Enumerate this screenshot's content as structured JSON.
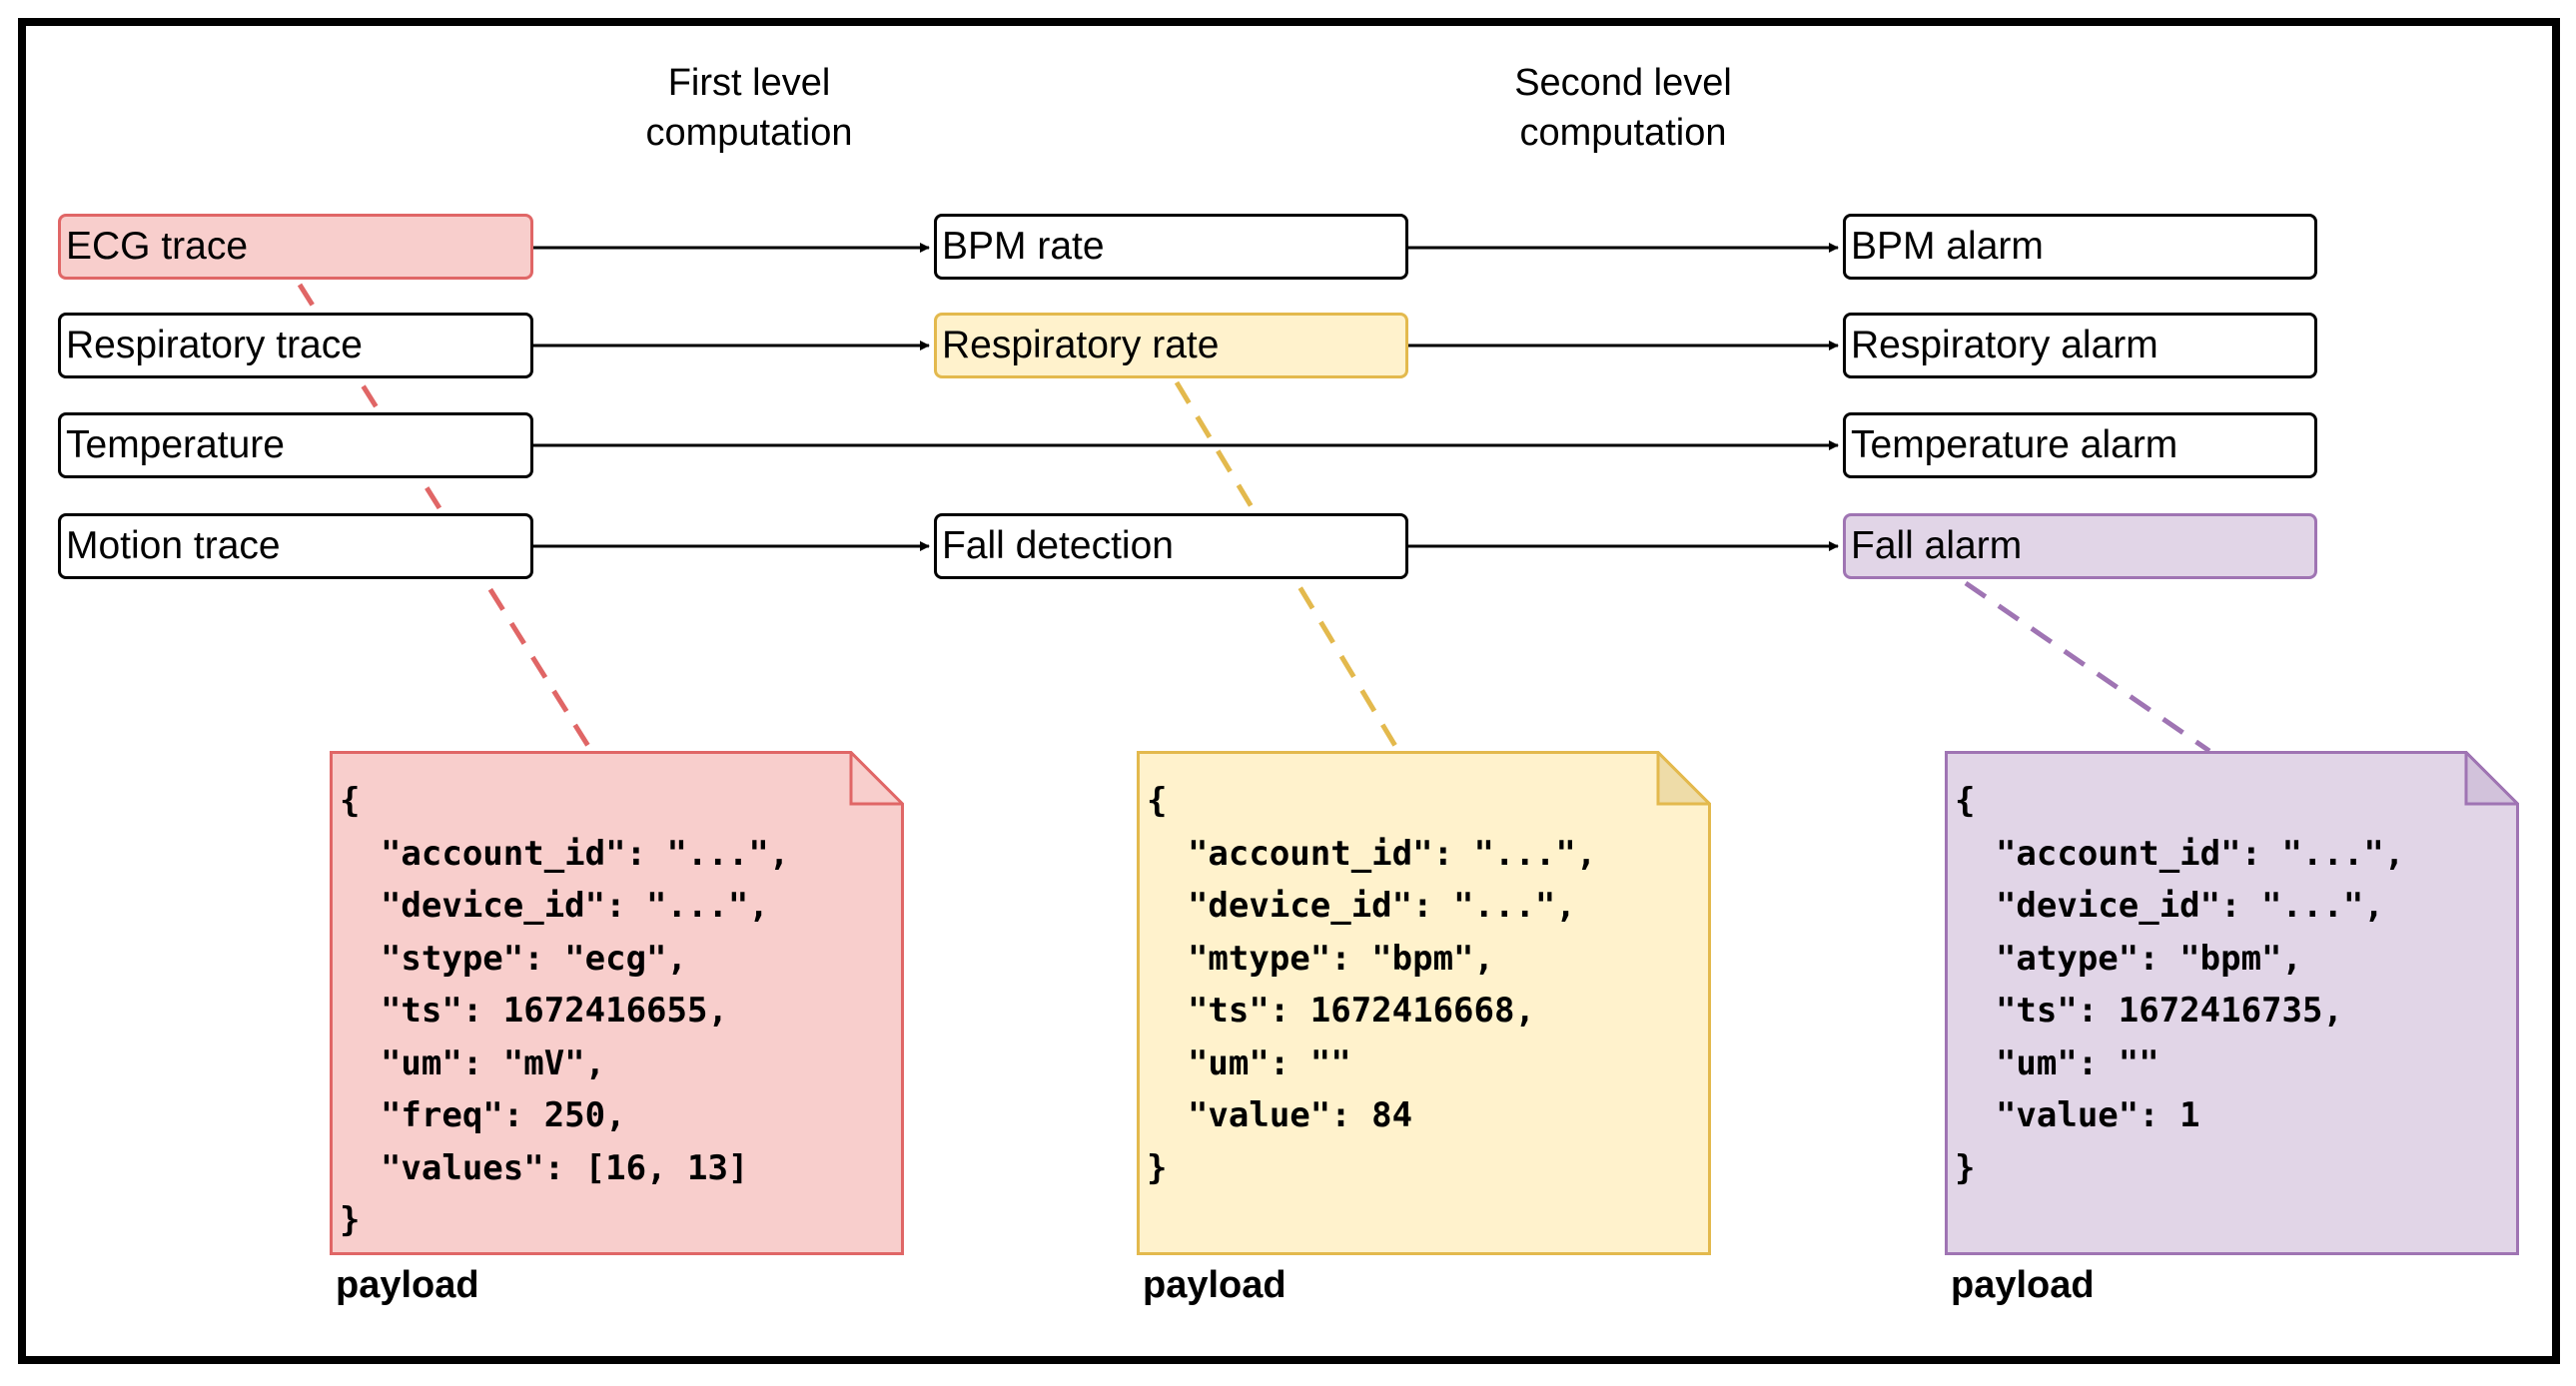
{
  "headings": {
    "first_level": "First level\ncomputation",
    "second_level": "Second level\ncomputation"
  },
  "inputs": [
    "ECG trace",
    "Respiratory trace",
    "Temperature",
    "Motion trace"
  ],
  "first_level": [
    "BPM rate",
    "Respiratory rate",
    "Fall detection"
  ],
  "second_level": [
    "BPM alarm",
    "Respiratory alarm",
    "Temperature alarm",
    "Fall alarm"
  ],
  "payloads": [
    {
      "caption": "payload",
      "json_text": "{\n  \"account_id\": \"...\",\n  \"device_id\": \"...\",\n  \"stype\": \"ecg\",\n  \"ts\": 1672416655,\n  \"um\": \"mV\",\n  \"freq\": 250,\n  \"values\": [16, 13]\n}"
    },
    {
      "caption": "payload",
      "json_text": "{\n  \"account_id\": \"...\",\n  \"device_id\": \"...\",\n  \"mtype\": \"bpm\",\n  \"ts\": 1672416668,\n  \"um\": \"\"\n  \"value\": 84\n}"
    },
    {
      "caption": "payload",
      "json_text": "{\n  \"account_id\": \"...\",\n  \"device_id\": \"...\",\n  \"atype\": \"bpm\",\n  \"ts\": 1672416735,\n  \"um\": \"\"\n  \"value\": 1\n}"
    }
  ],
  "colors": {
    "red_fill": "#f8cecc",
    "red_stroke": "#e06666",
    "yellow_fill": "#fff2cc",
    "yellow_stroke": "#e3b94d",
    "purple_fill": "#e1d5e7",
    "purple_stroke": "#9f74b3"
  }
}
